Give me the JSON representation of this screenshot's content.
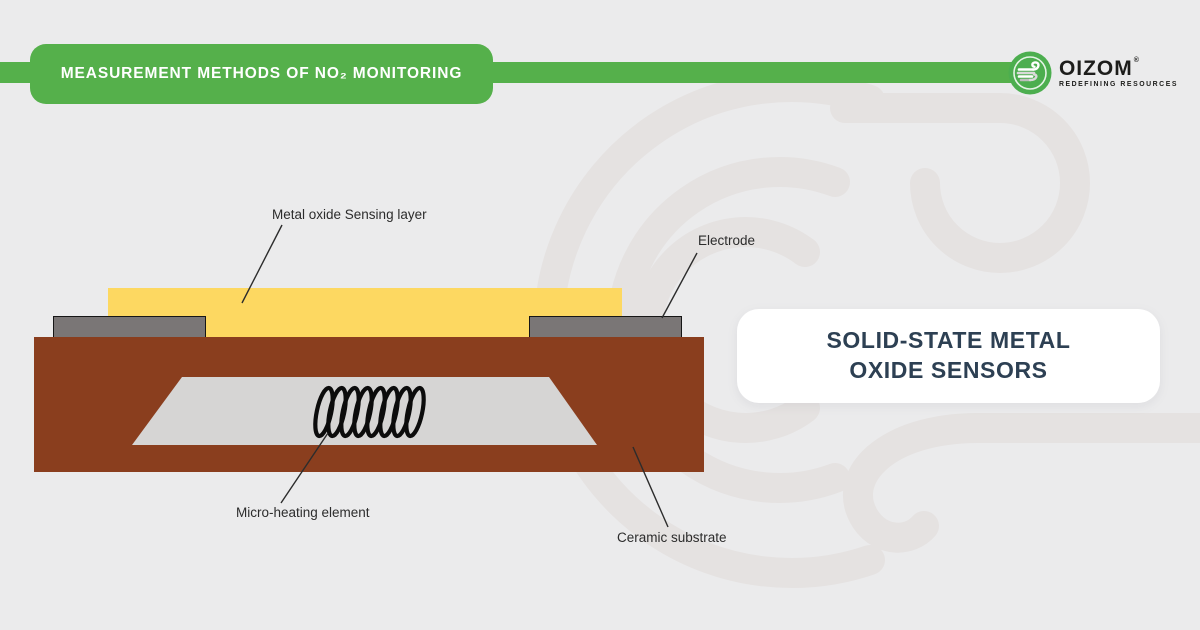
{
  "header": {
    "banner_title": "MEASUREMENT METHODS OF NO₂ MONITORING",
    "accent_color": "#55b04b"
  },
  "logo": {
    "brand": "OIZOM",
    "registered_mark": "®",
    "tagline": "REDEFINING RESOURCES",
    "icon": "wind-swirl-icon",
    "icon_color": "#4cae4f",
    "text_color": "#1d1d1b"
  },
  "diagram": {
    "labels": {
      "sensing_layer": "Metal oxide Sensing layer",
      "electrode": "Electrode",
      "heater": "Micro-heating element",
      "substrate": "Ceramic substrate"
    },
    "colors": {
      "sensing_layer": "#fdd861",
      "electrode": "#7a7676",
      "substrate": "#8a3e1e",
      "heater_plate": "#d6d5d4",
      "coil": "#0c0c0c"
    }
  },
  "card": {
    "title_line1": "SOLID-STATE METAL",
    "title_line2": "OXIDE SENSORS",
    "text_color": "#2d4053"
  },
  "background": {
    "color": "#ebebec",
    "watermark": "oizom-wind-swirl",
    "watermark_color": "#e5e2e1"
  }
}
